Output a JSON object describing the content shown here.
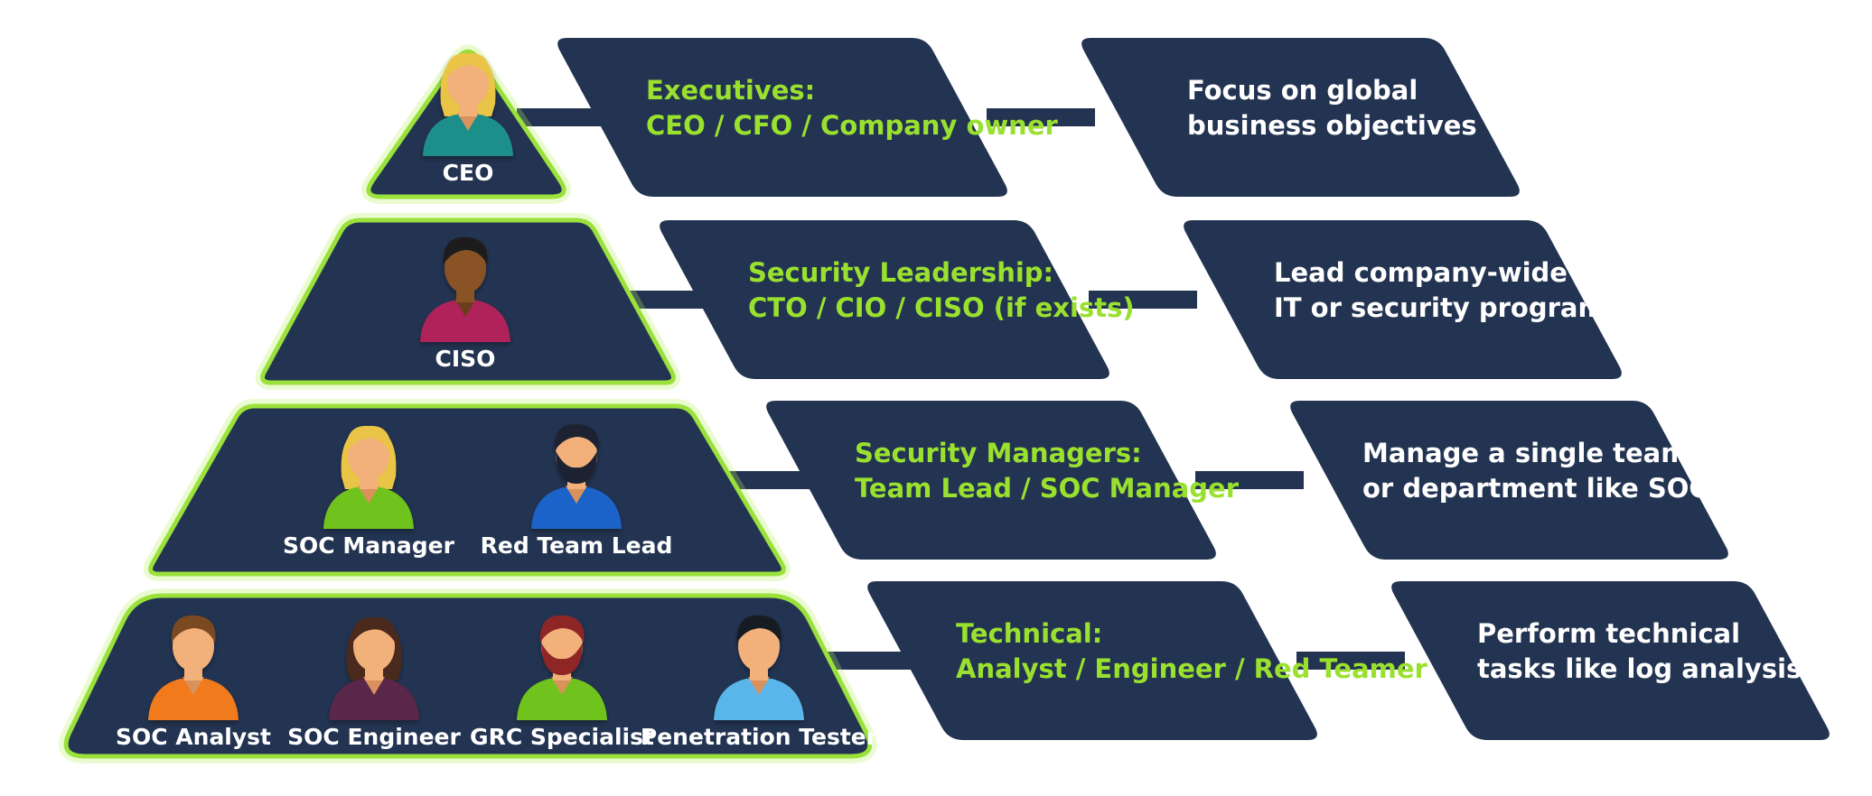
{
  "levels": [
    {
      "role_title": "Executives:",
      "role_members": "CEO / CFO / Company owner",
      "description_line1": "Focus on global",
      "description_line2": "business objectives",
      "people": [
        {
          "label": "CEO",
          "icon": "woman-blonde-avatar-icon",
          "shirt": "#1f8f8a",
          "hair": "#e9c447",
          "hair_style": "long",
          "skin": "light"
        }
      ]
    },
    {
      "role_title": "Security Leadership:",
      "role_members": "CTO / CIO / CISO (if exists)",
      "description_line1": "Lead company-wide",
      "description_line2": "IT or security program",
      "people": [
        {
          "label": "CISO",
          "icon": "man-dark-skin-avatar-icon",
          "shirt": "#b0245a",
          "hair": "#1f1a1a",
          "hair_style": "short",
          "skin": "dark"
        }
      ]
    },
    {
      "role_title": "Security Managers:",
      "role_members": "Team Lead / SOC Manager",
      "description_line1": "Manage a single team",
      "description_line2": "or department like SOC",
      "people": [
        {
          "label": "SOC Manager",
          "icon": "woman-blonde-avatar-icon",
          "shirt": "#6fc21e",
          "hair": "#e9c447",
          "hair_style": "long",
          "skin": "light"
        },
        {
          "label": "Red Team Lead",
          "icon": "man-bearded-avatar-icon",
          "shirt": "#1f63c9",
          "hair": "#1c2230",
          "hair_style": "short-beard",
          "skin": "light"
        }
      ]
    },
    {
      "role_title": "Technical:",
      "role_members": "Analyst / Engineer / Red Teamer",
      "description_line1": "Perform technical",
      "description_line2": "tasks like log analysis",
      "people": [
        {
          "label": "SOC Analyst",
          "icon": "man-avatar-icon",
          "shirt": "#f07a1a",
          "hair": "#7a4a22",
          "hair_style": "short",
          "skin": "light"
        },
        {
          "label": "SOC Engineer",
          "icon": "woman-brunette-avatar-icon",
          "shirt": "#5a2548",
          "hair": "#4a2a1a",
          "hair_style": "long",
          "skin": "light"
        },
        {
          "label": "GRC Specialist",
          "icon": "man-red-beard-avatar-icon",
          "shirt": "#6fc21e",
          "hair": "#8e2626",
          "hair_style": "short-beard",
          "skin": "light"
        },
        {
          "label": "Penetration Tester",
          "icon": "man-avatar-icon",
          "shirt": "#5ab6ea",
          "hair": "#151a22",
          "hair_style": "short",
          "skin": "light"
        }
      ]
    }
  ],
  "colors": {
    "panel": "#233452",
    "accent_green": "#9ae12f",
    "text_white": "#ffffff"
  }
}
